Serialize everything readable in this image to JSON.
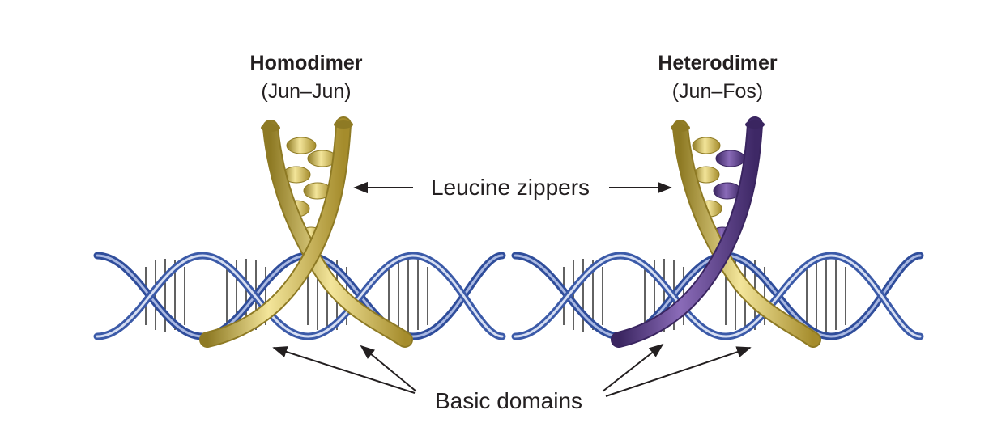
{
  "panels": [
    {
      "title": "Homodimer",
      "subtitle": "(Jun–Jun)",
      "strand_colors": [
        "#d8bf52",
        "#d8bf52"
      ]
    },
    {
      "title": "Heterodimer",
      "subtitle": "(Jun–Fos)",
      "strand_colors": [
        "#d8bf52",
        "#5b3f86"
      ]
    }
  ],
  "labels": {
    "zipper": "Leucine zippers",
    "basic": "Basic domains"
  },
  "colors": {
    "dna_backbone_dark": "#2f4d9b",
    "dna_backbone_light": "#c5d0ec",
    "dna_rungs": "#3a3a3a",
    "jun_gold": "#d8bf52",
    "fos_purple": "#5b3f86",
    "text": "#231f20"
  }
}
